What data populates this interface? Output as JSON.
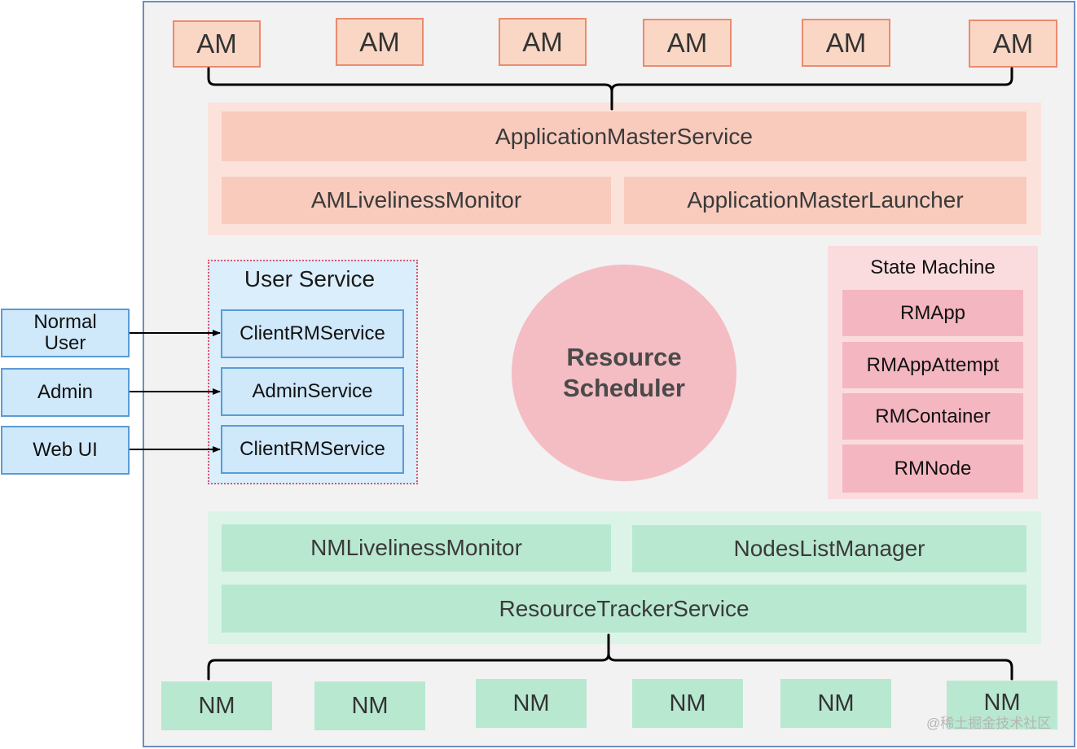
{
  "application_masters": [
    "AM",
    "AM",
    "AM",
    "AM",
    "AM",
    "AM"
  ],
  "am_services": {
    "application_master_service": "ApplicationMasterService",
    "am_liveliness_monitor": "AMLivelinessMonitor",
    "application_master_launcher": "ApplicationMasterLauncher"
  },
  "user_service": {
    "title": "User Service",
    "services": [
      "ClientRMService",
      "AdminService",
      "ClientRMService"
    ]
  },
  "clients": [
    "Normal\nUser",
    "Admin",
    "Web UI"
  ],
  "scheduler": {
    "label": "Resource\nScheduler"
  },
  "state_machine": {
    "title": "State Machine",
    "items": [
      "RMApp",
      "RMAppAttempt",
      "RMContainer",
      "RMNode"
    ]
  },
  "nm_services": {
    "nm_liveliness_monitor": "NMLivelinessMonitor",
    "nodes_list_manager": "NodesListManager",
    "resource_tracker_service": "ResourceTrackerService"
  },
  "node_managers": [
    "NM",
    "NM",
    "NM",
    "NM",
    "NM",
    "NM"
  ],
  "watermark": "@稀土掘金技术社区",
  "colors": {
    "frame_border": "#6c8ebf",
    "am_fill": "#fad7c5",
    "am_border": "#ec8a6e",
    "nm_fill": "#b9e8d1",
    "user_fill": "#daeefb",
    "scheduler_fill": "#f4bcc3",
    "state_machine_fill": "#f4b6c0"
  }
}
